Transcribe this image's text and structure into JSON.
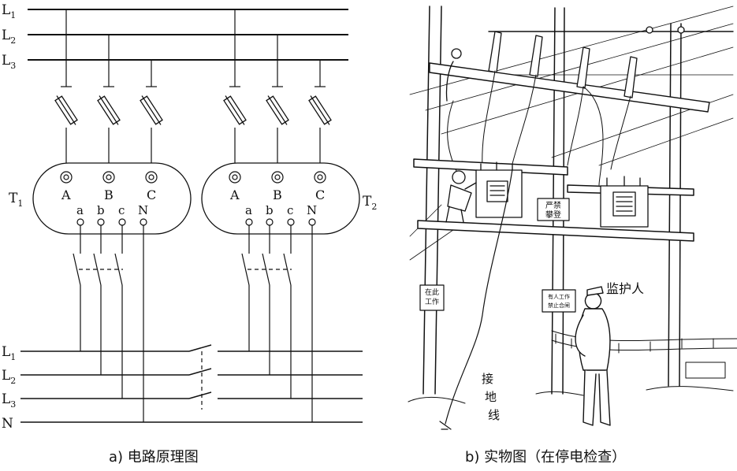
{
  "circuit": {
    "top_bus": [
      {
        "base": "L",
        "sub": "1"
      },
      {
        "base": "L",
        "sub": "2"
      },
      {
        "base": "L",
        "sub": "3"
      }
    ],
    "bottom_bus": [
      {
        "base": "L",
        "sub": "1"
      },
      {
        "base": "L",
        "sub": "2"
      },
      {
        "base": "L",
        "sub": "3"
      },
      {
        "base": "N"
      }
    ],
    "t1": {
      "base": "T",
      "sub": "1"
    },
    "t2": {
      "base": "T",
      "sub": "2"
    },
    "hv_terminals": [
      "A",
      "B",
      "C"
    ],
    "lv_terminals": [
      "a",
      "b",
      "c",
      "N"
    ]
  },
  "illustration": {
    "supervisor_label": "监护人",
    "ground_label": [
      "接",
      "地",
      "线"
    ],
    "sign_platform": [
      "严禁",
      "攀登"
    ],
    "sign_pole": [
      "在此",
      "工作"
    ],
    "sign_switch": [
      "有人工作",
      "禁止合闸"
    ]
  },
  "captions": {
    "a": "a) 电路原理图",
    "b": "b) 实物图（在停电检查）"
  }
}
